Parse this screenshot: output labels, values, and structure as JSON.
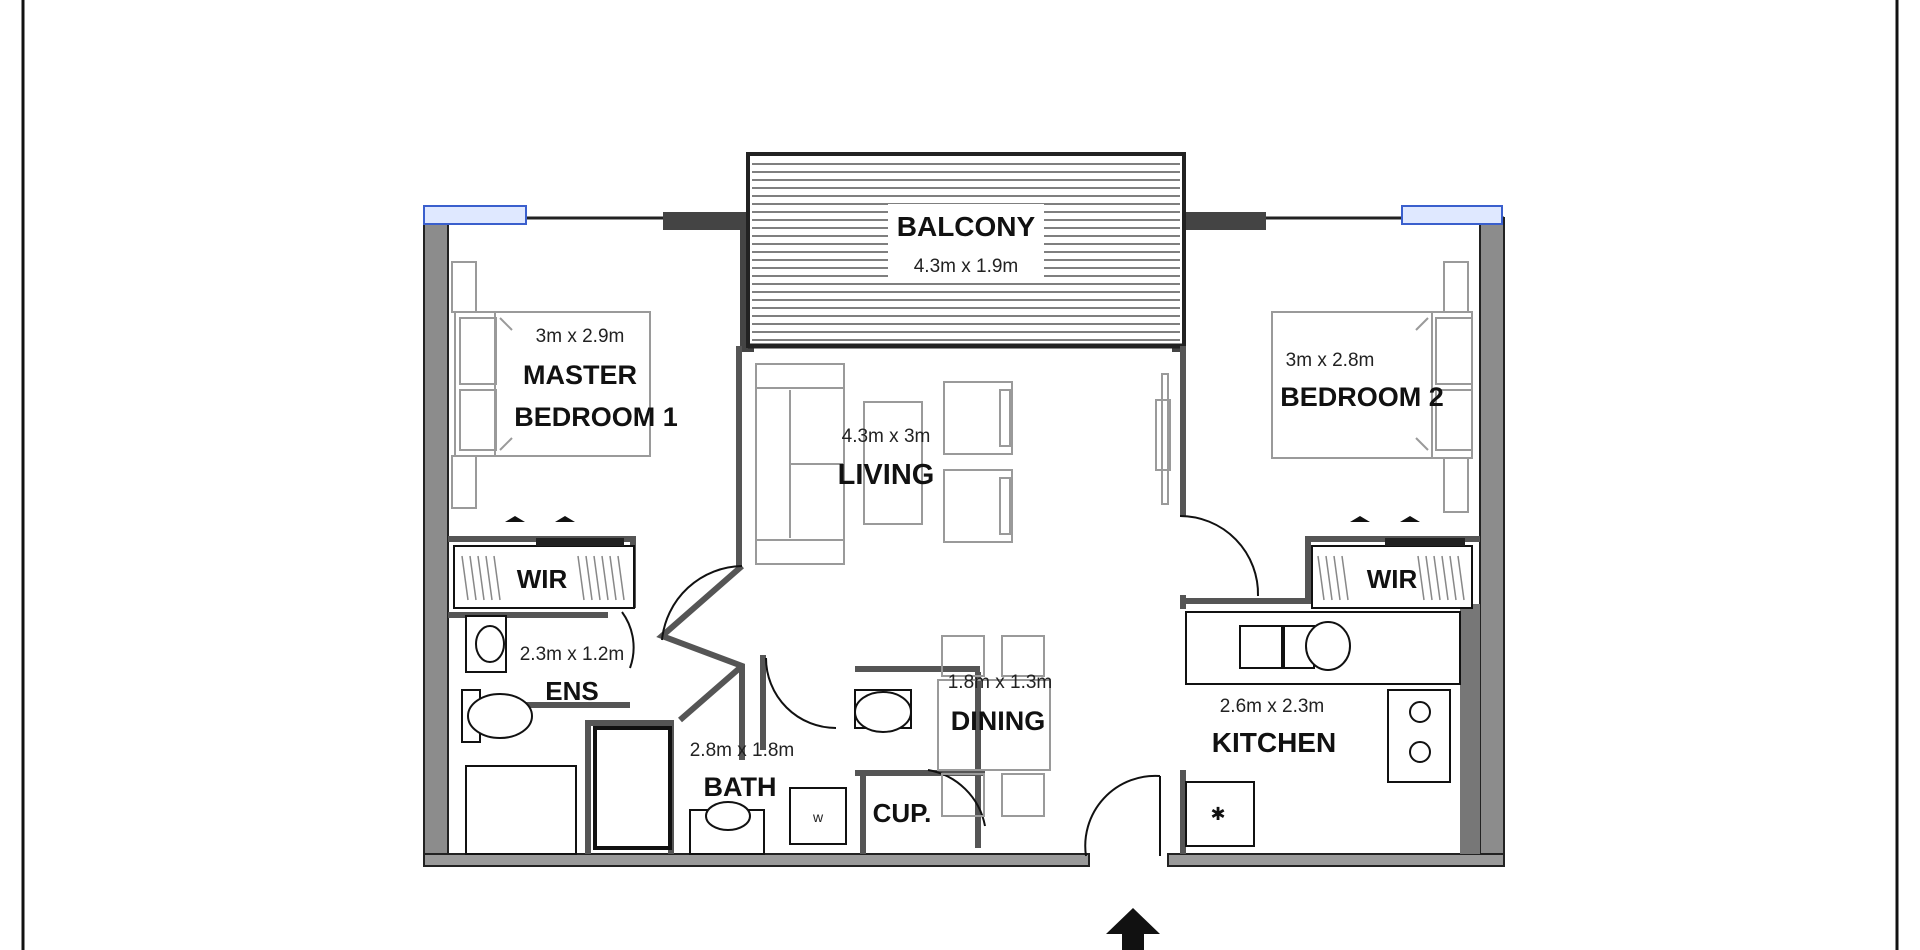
{
  "rooms": {
    "balcony": {
      "name": "BALCONY",
      "dims": "4.3m x 1.9m"
    },
    "master_bedroom": {
      "name_line1": "MASTER",
      "name_line2": "BEDROOM 1",
      "dims": "3m x 2.9m"
    },
    "bedroom2": {
      "name": "BEDROOM 2",
      "dims": "3m x 2.8m"
    },
    "living": {
      "name": "LIVING",
      "dims": "4.3m x 3m"
    },
    "wir_left": {
      "name": "WIR"
    },
    "wir_right": {
      "name": "WIR"
    },
    "ensuite": {
      "name": "ENS",
      "dims": "2.3m x 1.2m"
    },
    "dining": {
      "name": "DINING",
      "dims": "1.8m x 1.3m"
    },
    "kitchen": {
      "name": "KITCHEN",
      "dims": "2.6m x 2.3m"
    },
    "bath": {
      "name": "BATH",
      "dims": "2.8m x 1.8m"
    },
    "cupboard": {
      "name": "CUP."
    },
    "washer": {
      "name": "w"
    }
  },
  "colors": {
    "wall": "#808080",
    "wall_dark": "#222222",
    "furniture": "#9a9a9a",
    "window": "#3a5fcd",
    "line": "#111111"
  }
}
